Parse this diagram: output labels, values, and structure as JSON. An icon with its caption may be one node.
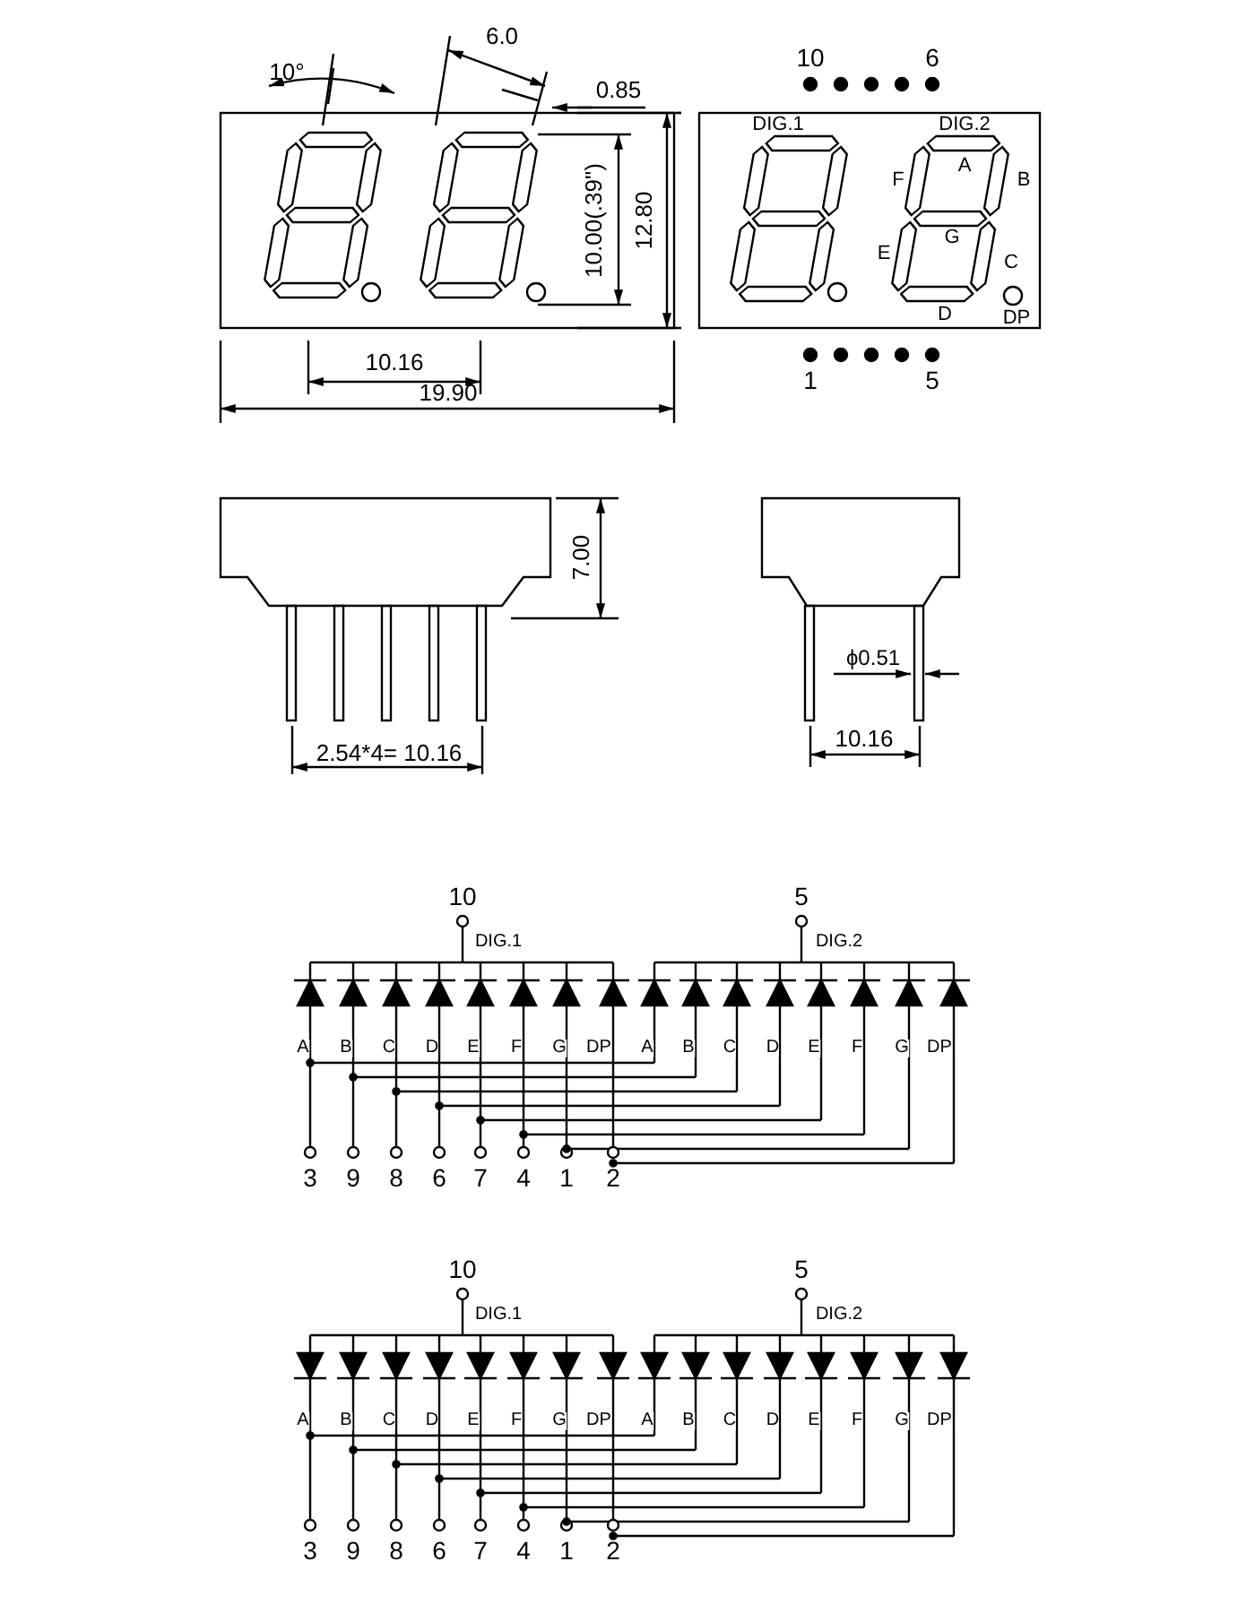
{
  "diagram": {
    "labels": [
      "10°",
      "6.0",
      "0.85",
      "10.00(.39\")",
      "12.80",
      "10.16",
      "19.90",
      "10",
      "6",
      "DIG.1",
      "DIG.2",
      "A",
      "F",
      "B",
      "G",
      "E",
      "C",
      "D",
      "DP",
      "1",
      "5",
      "7.00",
      "ϕ0.51",
      "2.54*4= 10.16",
      "10.16",
      "10",
      "5",
      "DIG.1",
      "DIG.2",
      "A",
      "B",
      "C",
      "D",
      "E",
      "F",
      "G",
      "DP",
      "A",
      "B",
      "C",
      "D",
      "E",
      "F",
      "G",
      "DP",
      "3",
      "9",
      "8",
      "6",
      "7",
      "4",
      "1",
      "2",
      "10",
      "5",
      "DIG.1",
      "DIG.2",
      "A",
      "B",
      "C",
      "D",
      "E",
      "F",
      "G",
      "DP",
      "A",
      "B",
      "C",
      "D",
      "E",
      "F",
      "G",
      "DP",
      "3",
      "9",
      "8",
      "6",
      "7",
      "4",
      "1",
      "2"
    ]
  }
}
